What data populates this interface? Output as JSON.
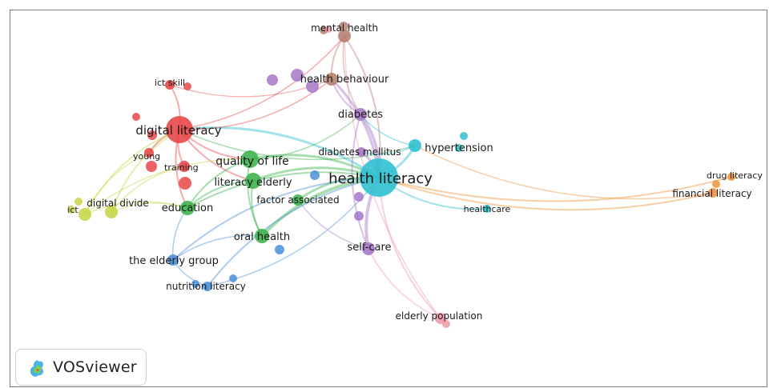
{
  "app": {
    "brand": "VOSviewer"
  },
  "network": {
    "nodes": [
      {
        "id": "health_literacy",
        "label": "health literacy",
        "cluster": "cyan"
      },
      {
        "id": "digital_literacy",
        "label": "digital literacy",
        "cluster": "red"
      },
      {
        "id": "ict_skill",
        "label": "ict skill",
        "cluster": "red"
      },
      {
        "id": "young",
        "label": "young",
        "cluster": "red"
      },
      {
        "id": "training",
        "label": "training",
        "cluster": "red"
      },
      {
        "id": "quality_of_life",
        "label": "quality of life",
        "cluster": "green"
      },
      {
        "id": "literacy_elderly",
        "label": "literacy elderly",
        "cluster": "green"
      },
      {
        "id": "education",
        "label": "education",
        "cluster": "green"
      },
      {
        "id": "factor_associated",
        "label": "factor associated",
        "cluster": "green"
      },
      {
        "id": "oral_health",
        "label": "oral health",
        "cluster": "green"
      },
      {
        "id": "digital_divide",
        "label": "digital divide",
        "cluster": "yellow"
      },
      {
        "id": "ict",
        "label": "ict",
        "cluster": "yellow"
      },
      {
        "id": "the_elderly_group",
        "label": "the elderly group",
        "cluster": "blue"
      },
      {
        "id": "nutrition_literacy",
        "label": "nutrition literacy",
        "cluster": "blue"
      },
      {
        "id": "mental_health",
        "label": "mental health",
        "cluster": "brown"
      },
      {
        "id": "health_behaviour",
        "label": "health behaviour",
        "cluster": "brown"
      },
      {
        "id": "diabetes",
        "label": "diabetes",
        "cluster": "purple"
      },
      {
        "id": "diabetes_mellitus",
        "label": "diabetes mellitus",
        "cluster": "purple"
      },
      {
        "id": "self_care",
        "label": "self-care",
        "cluster": "purple"
      },
      {
        "id": "hypertension",
        "label": "hypertension",
        "cluster": "cyan"
      },
      {
        "id": "healthcare",
        "label": "healthcare",
        "cluster": "cyan"
      },
      {
        "id": "drug_literacy",
        "label": "drug literacy",
        "cluster": "orange"
      },
      {
        "id": "financial_literacy",
        "label": "financial literacy",
        "cluster": "orange"
      },
      {
        "id": "elderly_population",
        "label": "elderly population",
        "cluster": "pink"
      }
    ],
    "clusters": {
      "red": "#e8474a",
      "green": "#3fb34f",
      "yellow": "#c8d64a",
      "blue": "#4a8fd8",
      "cyan": "#2fc0d0",
      "purple": "#a678c8",
      "brown": "#b58070",
      "orange": "#f0923a",
      "pink": "#ee9aa6"
    }
  }
}
